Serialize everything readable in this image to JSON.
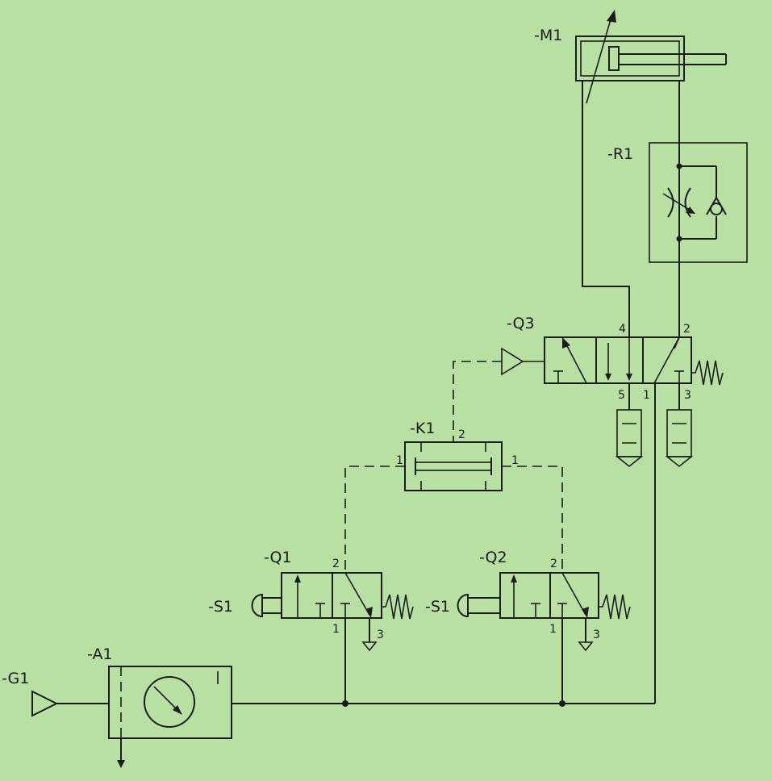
{
  "labels": {
    "G1": "-G1",
    "A1": "-A1",
    "Q1": "-Q1",
    "Q2": "-Q2",
    "Q3": "-Q3",
    "K1": "-K1",
    "M1": "-M1",
    "R1": "-R1",
    "S1a": "-S1",
    "S1b": "-S1"
  },
  "ports": {
    "q3_4": "4",
    "q3_2": "2",
    "q3_5": "5",
    "q3_1": "1",
    "q3_3": "3",
    "k1_2": "2",
    "k1_1_left": "1",
    "k1_1_right": "1",
    "q1_2": "2",
    "q1_1": "1",
    "q1_3": "3",
    "q2_2": "2",
    "q2_1": "1",
    "q2_3": "3"
  }
}
